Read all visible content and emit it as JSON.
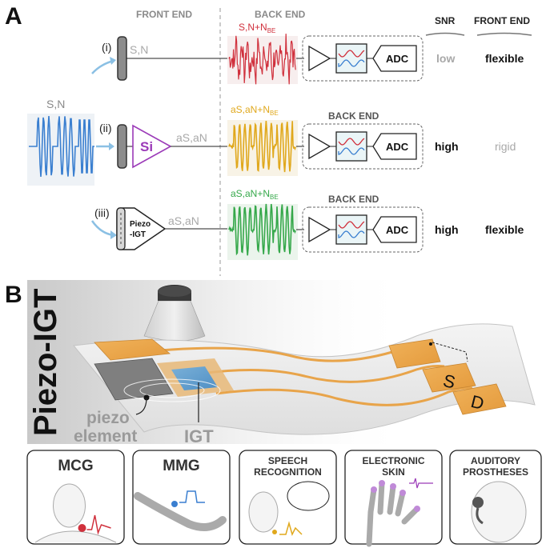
{
  "panel_a": {
    "letter": "A",
    "header_front_end": "FRONT END",
    "header_back_end": "BACK END",
    "col_snr": "SNR",
    "col_front_end": "FRONT END",
    "input_label": "S,N",
    "rows": [
      {
        "index": "(i)",
        "front_label": "S,N",
        "signal_main": "S,N+N",
        "signal_sub": "BE",
        "backend_label": "",
        "adc": "ADC",
        "snr": "low",
        "frontend": "flexible",
        "signal_color": "#d0303c"
      },
      {
        "index": "(ii)",
        "device": "Si",
        "front_label": "aS,aN",
        "signal_main": "aS,aN+N",
        "signal_sub": "BE",
        "backend_label": "BACK END",
        "adc": "ADC",
        "snr": "high",
        "frontend": "rigid",
        "signal_color": "#e0a81c"
      },
      {
        "index": "(iii)",
        "device_line1": "Piezo",
        "device_line2": "-IGT",
        "front_label": "aS,aN",
        "signal_main": "aS,aN+N",
        "signal_sub": "BE",
        "backend_label": "BACK END",
        "adc": "ADC",
        "snr": "high",
        "frontend": "flexible",
        "signal_color": "#35a84a"
      }
    ]
  },
  "panel_b": {
    "letter": "B",
    "title": "Piezo-IGT",
    "piezo_label_1": "piezo",
    "piezo_label_2": "element",
    "igt_label": "IGT",
    "pad_s": "S",
    "pad_d": "D",
    "applications": [
      {
        "line1": "MCG",
        "line2": ""
      },
      {
        "line1": "MMG",
        "line2": ""
      },
      {
        "line1": "SPEECH",
        "line2": "RECOGNITION"
      },
      {
        "line1": "ELECTRONIC",
        "line2": "SKIN"
      },
      {
        "line1": "AUDITORY",
        "line2": "PROSTHESES"
      }
    ]
  },
  "colors": {
    "blue": "#3a7fd0",
    "red": "#d0303c",
    "yellow": "#e0a81c",
    "green": "#35a84a",
    "purple": "#9b3ab8",
    "gold": "#e8a44a",
    "gray_text": "#a8a8a8"
  }
}
